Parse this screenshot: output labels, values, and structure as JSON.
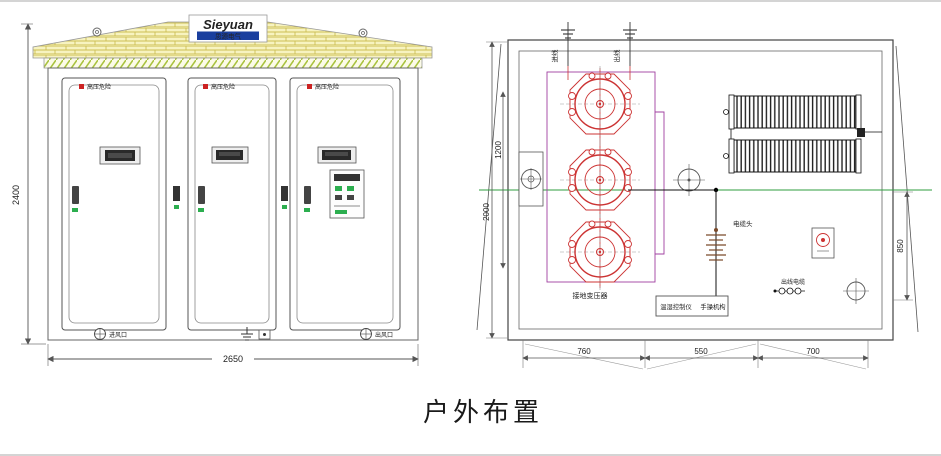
{
  "caption": "户外布置",
  "colors": {
    "roof_yellow": "#f7f3c0",
    "brick_line": "#cdbf55",
    "hatch_green": "#a9c23f",
    "logo_blue": "#1a4fc4",
    "banner_blue": "#1a3f9e",
    "label_red": "#cc2222",
    "label_green": "#1fa03c",
    "transformer_red": "#cc3333",
    "outline_purple": "#a040a0",
    "centerline_green": "#2f9e3f",
    "line_gray": "#555555"
  },
  "front_view": {
    "logo_text": "Sieyuan",
    "logo_subtext": "思源电气",
    "doors": [
      {
        "label": "高压危险"
      },
      {
        "label": "高压危险"
      },
      {
        "label": "高压危险"
      }
    ],
    "vent_left_label": "进风口",
    "vent_right_label": "出风口",
    "dim_height": "2400",
    "dim_width": "2650"
  },
  "plan_view": {
    "incoming_label": "进线",
    "outgoing_label": "出线",
    "grounding_transformer_label": "接地变压器",
    "controller_label": "温湿控制仪",
    "manual_mechanism_label": "手操机构",
    "cable_head_label": "电缆头",
    "outgoing_cable_label": "出线电缆",
    "dim_height": "2000",
    "dim_inner_height": "1200",
    "dim_right": "850",
    "dim_bottom_1": "760",
    "dim_bottom_2": "550",
    "dim_bottom_3": "700"
  }
}
